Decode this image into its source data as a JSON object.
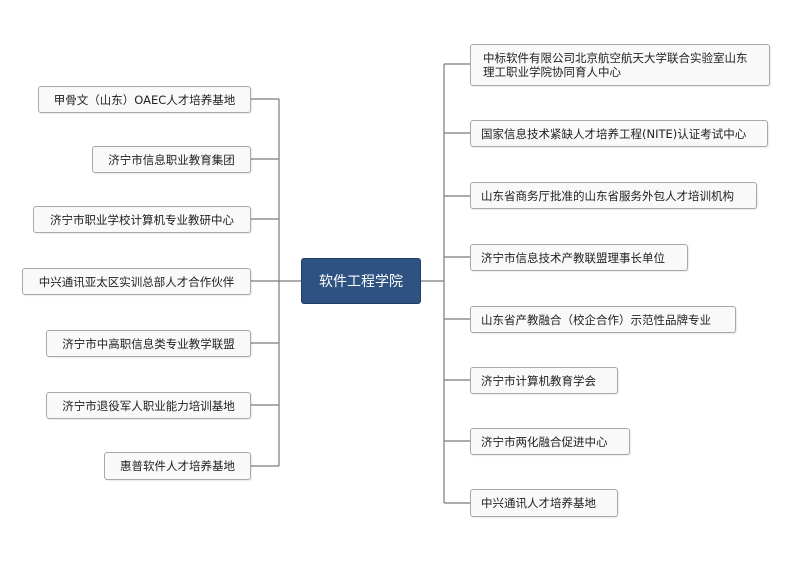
{
  "center": {
    "label": "软件工程学院",
    "color": "#2e5382"
  },
  "left_nodes": [
    "甲骨文（山东）OAEC人才培养基地",
    "济宁市信息职业教育集团",
    "济宁市职业学校计算机专业教研中心",
    "中兴通讯亚太区实训总部人才合作伙伴",
    "济宁市中高职信息类专业教学联盟",
    "济宁市退役军人职业能力培训基地",
    "惠普软件人才培养基地"
  ],
  "right_nodes": [
    "中标软件有限公司北京航空航天大学联合实验室山东理工职业学院协同育人中心",
    "国家信息技术紧缺人才培养工程(NITE)认证考试中心",
    "山东省商务厅批准的山东省服务外包人才培训机构",
    "济宁市信息技术产教联盟理事长单位",
    "山东省产教融合（校企合作）示范性品牌专业",
    "济宁市计算机教育学会",
    "济宁市两化融合促进中心",
    "中兴通讯人才培养基地"
  ]
}
